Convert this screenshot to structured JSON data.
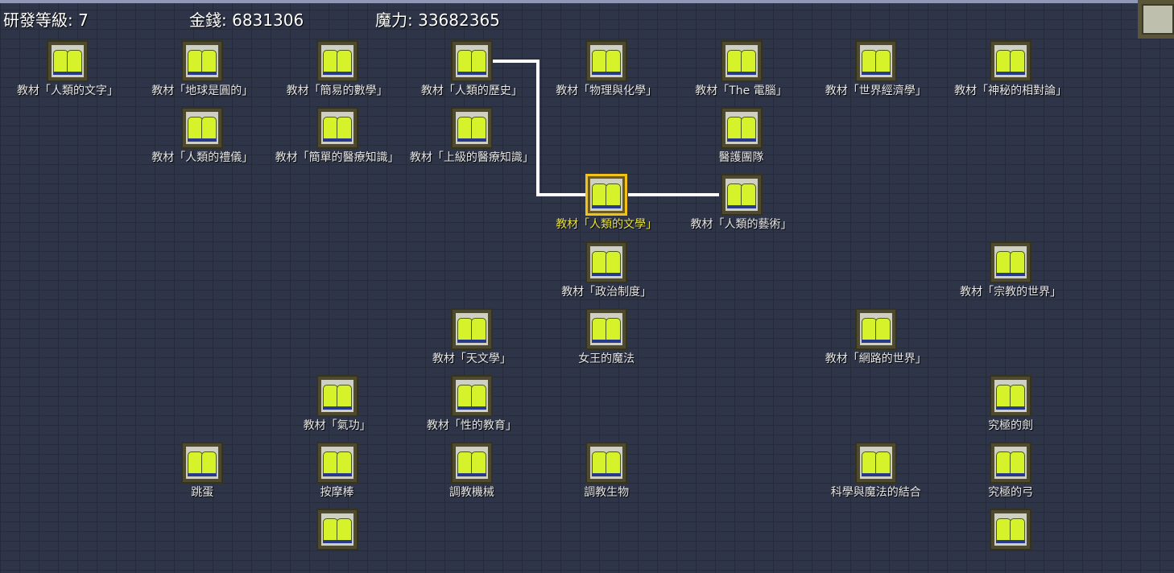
{
  "header": {
    "level": "研發等級: 7",
    "money": "金錢: 6831306",
    "mana": "魔力: 33682365"
  },
  "selected_index": 19,
  "colors": {
    "selected": "#f2c21a",
    "book": "#d6f22a",
    "line": "#ffffff"
  },
  "nodes": [
    {
      "label": "教材「人類的文字」"
    },
    {
      "label": "教材「地球是圓的」"
    },
    {
      "label": "教材「簡易的數學」"
    },
    {
      "label": "教材「人類的歷史」"
    },
    {
      "label": "教材「物理與化學」"
    },
    {
      "label": "教材「The 電腦」"
    },
    {
      "label": "教材「世界經濟學」"
    },
    {
      "label": "教材「神秘的相對論」"
    },
    {
      "label": "教材「人類的禮儀」"
    },
    {
      "label": "教材「簡單的醫療知識」"
    },
    {
      "label": "教材「上級的醫療知識」"
    },
    {
      "label": "醫護團隊"
    },
    {
      "label": "教材「人類的藝術」"
    },
    {
      "label": "教材「政治制度」"
    },
    {
      "label": "教材「宗教的世界」"
    },
    {
      "label": "教材「天文學」"
    },
    {
      "label": "女王的魔法"
    },
    {
      "label": "教材「網路的世界」"
    },
    {
      "label": "教材「氣功」"
    },
    {
      "label": "教材「人類的文學」"
    },
    {
      "label": "教材「性的教育」"
    },
    {
      "label": "究極的劍"
    },
    {
      "label": "跳蛋"
    },
    {
      "label": "按摩棒"
    },
    {
      "label": "調教機械"
    },
    {
      "label": "調教生物"
    },
    {
      "label": "科學與魔法的結合"
    },
    {
      "label": "究極的弓"
    },
    {
      "label": ""
    },
    {
      "label": ""
    }
  ]
}
